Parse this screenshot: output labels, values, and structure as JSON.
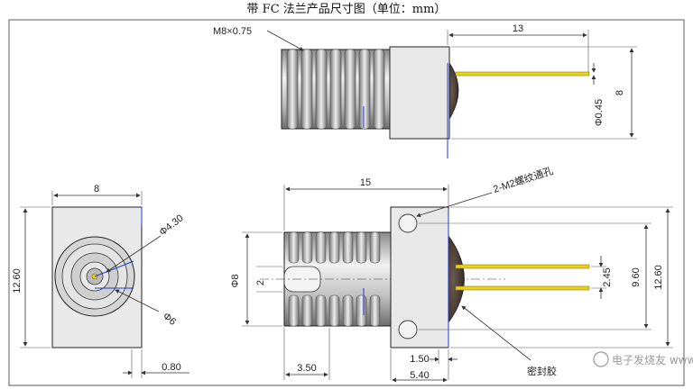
{
  "title": "带 FC 法兰产品尺寸图（单位：mm）",
  "watermark": "电子发烧友 www.elecfans.com",
  "colors": {
    "pin": "#e8d21a",
    "lens": "#4a3a32",
    "axis": "#1f3bd1",
    "body": "#e6e6e6"
  },
  "top_view": {
    "thread_label": "M8×0.75",
    "dim_length": "13",
    "dim_height": "8",
    "dim_pin_dia": "Φ0.45"
  },
  "side_view": {
    "dim_width": "8",
    "dim_height": "12.60",
    "dim_dia_small": "Φ4.30",
    "dim_dia_large": "Φ6",
    "dim_offset": "0.80"
  },
  "front_view": {
    "dim_length": "15",
    "hole_label": "2-M2螺纹通孔",
    "dim_dia": "Φ8",
    "dim_inner": "2",
    "dim_pin_pitch": "2.45",
    "dim_hole_pitch": "9.60",
    "dim_height": "12.60",
    "dim_flange_thk": "1.50",
    "dim_thread_len": "3.50",
    "dim_flange_total": "5.40",
    "glue_label": "密封胶"
  }
}
